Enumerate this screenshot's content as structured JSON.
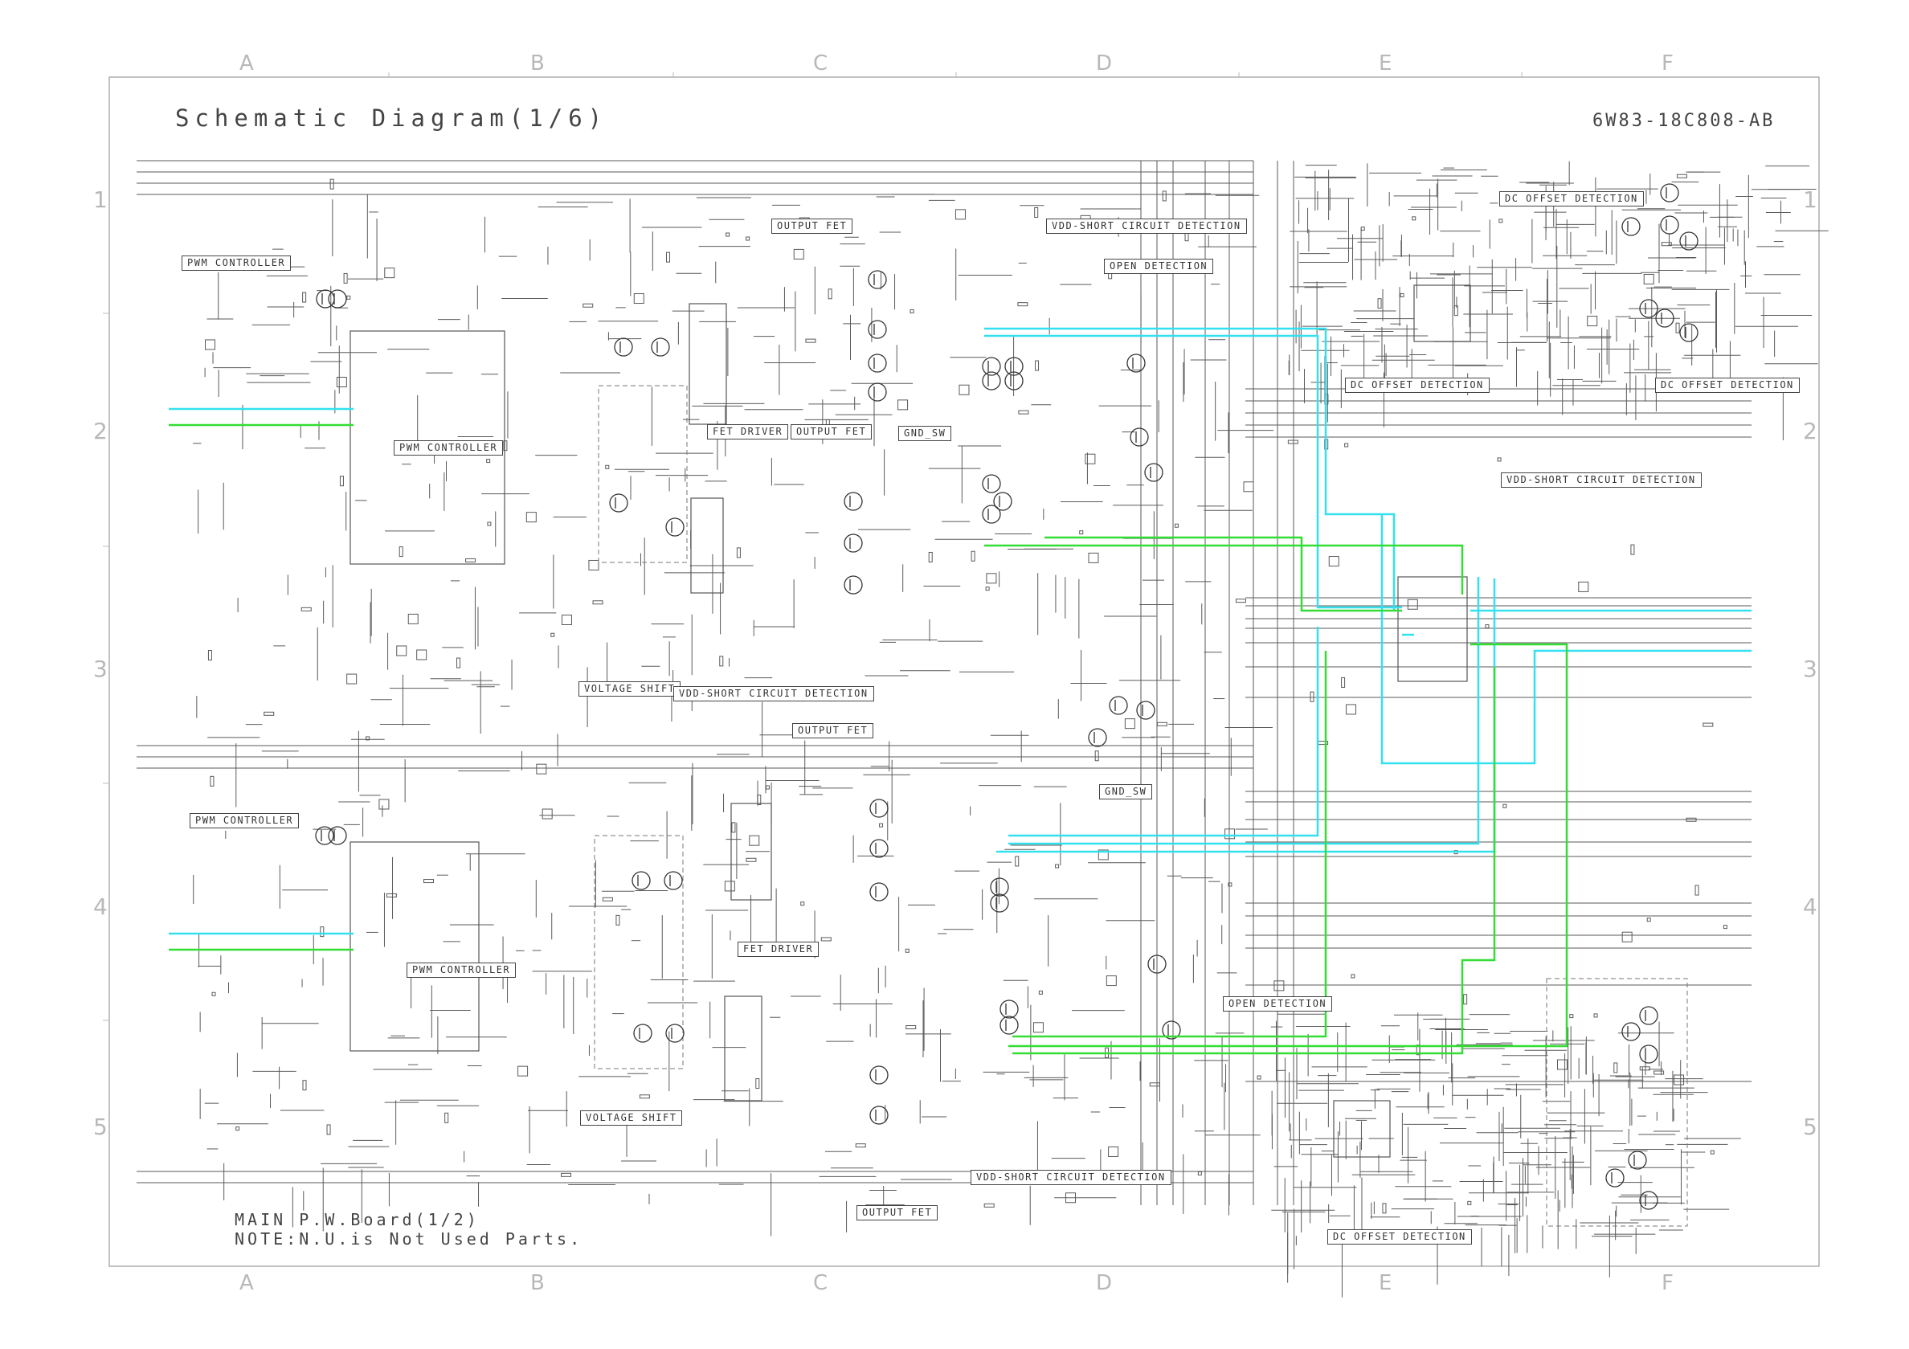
{
  "title": "Schematic Diagram(1/6)",
  "part_number": "6W83-18C808-AB",
  "footer": {
    "line1": "MAIN P.W.Board(1/2)",
    "line2": "NOTE:N.U.is Not Used Parts."
  },
  "grid": {
    "columns": [
      "A",
      "B",
      "C",
      "D",
      "E",
      "F"
    ],
    "rows": [
      "1",
      "2",
      "3",
      "4",
      "5"
    ]
  },
  "block_labels": {
    "pwm_controller_top": "PWM CONTROLLER",
    "pwm_ic_top": "PWM CONTROLLER",
    "output_fet_1": "OUTPUT FET",
    "output_fet_2": "OUTPUT FET",
    "output_fet_3": "OUTPUT FET",
    "output_fet_4": "OUTPUT FET",
    "fet_driver_1": "FET DRIVER",
    "fet_driver_2": "FET DRIVER",
    "vdd_short_1": "VDD-SHORT CIRCUIT DETECTION",
    "vdd_short_2": "VDD-SHORT CIRCUIT DETECTION",
    "vdd_short_3": "VDD-SHORT CIRCUIT DETECTION",
    "vdd_short_4": "VDD-SHORT CIRCUIT DETECTION",
    "open_detection_1": "OPEN DETECTION",
    "open_detection_2": "OPEN DETECTION",
    "gnd_sw_1": "GND_SW",
    "gnd_sw_2": "GND_SW",
    "voltage_shift_1": "VOLTAGE SHIFT",
    "voltage_shift_2": "VOLTAGE SHIFT",
    "dc_offset_1": "DC OFFSET DETECTION",
    "dc_offset_2": "DC OFFSET DETECTION",
    "dc_offset_3": "DC OFFSET DETECTION",
    "dc_offset_4": "DC OFFSET DETECTION",
    "pwm_controller_bottom": "PWM CONTROLLER",
    "pwm_ic_bottom": "PWM CONTROLLER"
  },
  "colors": {
    "cyan_trace": "#33e0f0",
    "green_trace": "#33dd33",
    "wire": "#555555",
    "grid_text": "#b8b8b8"
  }
}
